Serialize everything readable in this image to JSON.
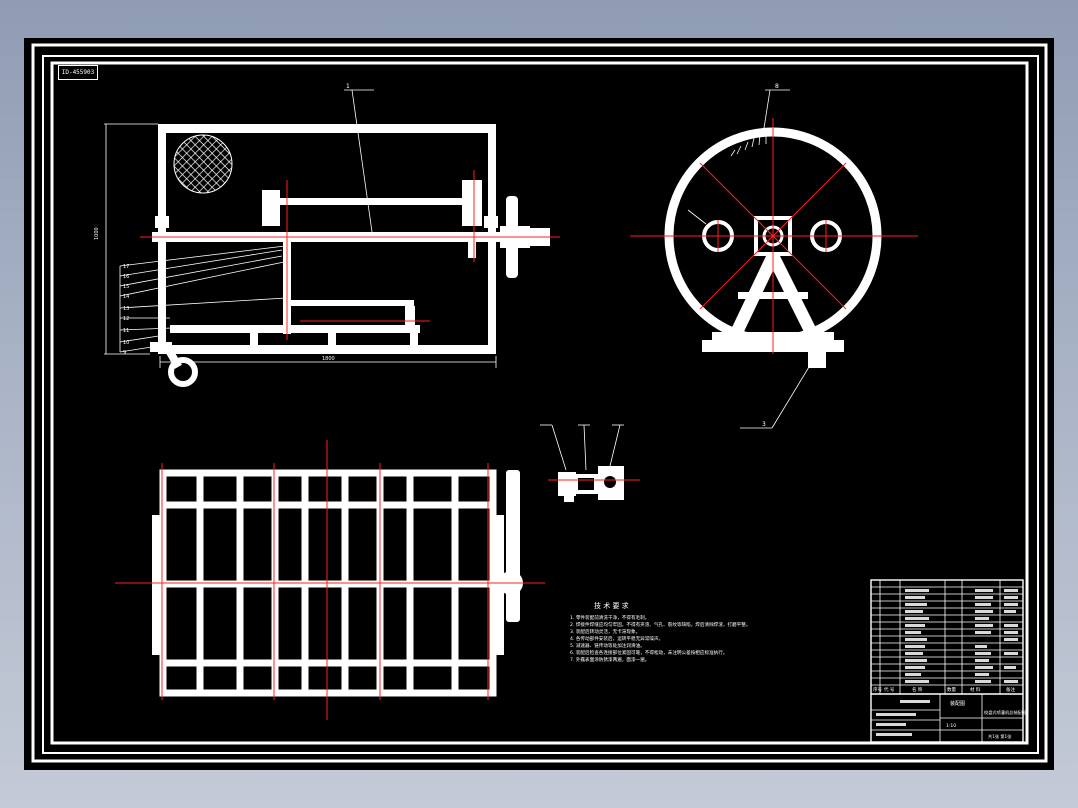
{
  "drawing": {
    "code_stamp": "ID-455903",
    "part_no_leader_1": "1",
    "part_no_side_top": "8",
    "part_no_side_bottom": "3",
    "dim_length": "1800",
    "dim_height": "1000",
    "left_callouts": [
      "17",
      "16",
      "15",
      "14",
      "13",
      "12",
      "11",
      "10",
      "9"
    ]
  },
  "technical_requirements": {
    "title": "技 术 要 求",
    "lines": [
      "1. 零件装配前清洗干净，不得有毛刺。",
      "2. 焊接件焊缝应均匀牢固，不得有夹渣、气孔、裂纹等缺陷，焊后清除焊渣，打磨平整。",
      "3. 装配后转动灵活，无卡滞现象。",
      "4. 各传动部件安装后，运转平稳无异常噪声。",
      "5. 减速器、链传动等处加注润滑油。",
      "6. 装配后检查各连接部位紧固可靠，不得松动，未注明公差按相应标准执行。",
      "7. 外露表面涂防锈漆两遍，面漆一遍。"
    ]
  },
  "title_block": {
    "headers": [
      "序号",
      "代 号",
      "名 称",
      "数量",
      "材 料",
      "备注"
    ],
    "design_title": "装配图",
    "drawing_title": "绞盘式喷灌机总装配图",
    "scale": "1:10",
    "sheet": "共1张 第1张"
  }
}
